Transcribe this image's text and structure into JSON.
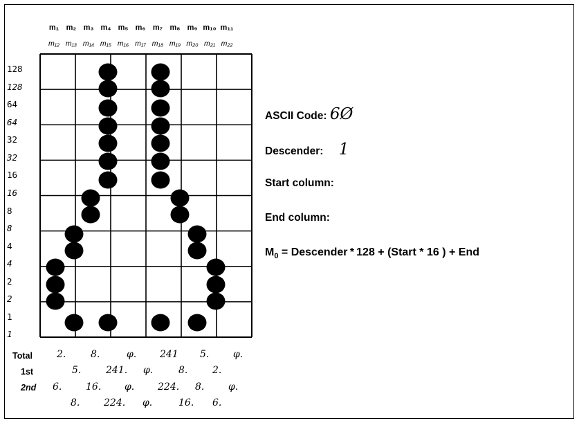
{
  "header": {
    "row1": [
      "m₁",
      "m₂",
      "m₃",
      "m₄",
      "m₅",
      "m₆",
      "m₇",
      "m₈",
      "m₉",
      "m₁₀",
      "m₁₁"
    ],
    "row2": [
      "m₁₂",
      "m₁₃",
      "m₁₄",
      "m₁₅",
      "m₁₆",
      "m₁₇",
      "m₁₈",
      "m₁₉",
      "m₂₀",
      "m₂₁",
      "m₂₂"
    ]
  },
  "weights": [
    "128",
    "128",
    "64",
    "64",
    "32",
    "32",
    "16",
    "16",
    "8",
    "8",
    "4",
    "4",
    "2",
    "2",
    "1",
    "1"
  ],
  "dots": {
    "upper": [
      [],
      [],
      [],
      [
        5,
        6,
        7
      ],
      [],
      [],
      [
        5,
        6,
        7
      ],
      [],
      [],
      [],
      []
    ],
    "lower": [
      [],
      [
        9
      ],
      [],
      [],
      [],
      [],
      [],
      [],
      [],
      [],
      []
    ]
  },
  "info": {
    "ascii_label": "ASCII Code:",
    "ascii_value": "6Ø",
    "descender_label": "Descender:",
    "descender_value": "1",
    "start_label": "Start column:",
    "end_label": "End column:",
    "formula_prefix": "M",
    "formula_sub": "0",
    "formula_rest": " = Descender * 128 + (Start * 16 ) + End"
  },
  "totals": {
    "total_label": "Total",
    "first_label": "1st",
    "second_label": "2nd",
    "total": [
      "2.",
      "8.",
      "φ.",
      "241",
      "5.",
      "φ."
    ],
    "first": [
      "5.",
      "241.",
      "φ.",
      "8.",
      "2."
    ],
    "second": [
      "6.",
      "16.",
      "φ.",
      "224.",
      "8.",
      "φ."
    ],
    "third": [
      "8.",
      "224.",
      "φ.",
      "16.",
      "6."
    ]
  }
}
